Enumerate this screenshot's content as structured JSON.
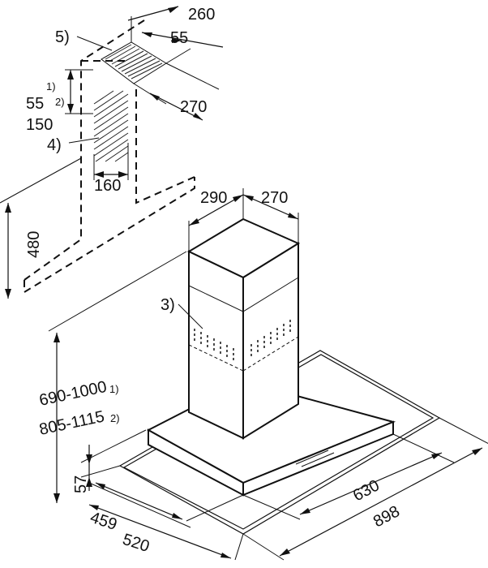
{
  "dimensions": {
    "top_width": "260",
    "top_offset": "55",
    "top_depth": "270",
    "vertical_offset": "55",
    "vertical_offset_alt": "150",
    "vent_width": "160",
    "ceiling_height": "480",
    "chimney_width": "290",
    "chimney_depth": "270",
    "height_range_1": "690-1000",
    "height_range_2": "805-1115",
    "canopy_height": "57",
    "canopy_depth_inner": "459",
    "canopy_depth": "520",
    "canopy_width_inner": "630",
    "canopy_width": "898"
  },
  "footnotes": {
    "one": "1)",
    "two": "2)"
  },
  "callouts": {
    "item3": "3)",
    "item4": "4)",
    "item5": "5)"
  }
}
